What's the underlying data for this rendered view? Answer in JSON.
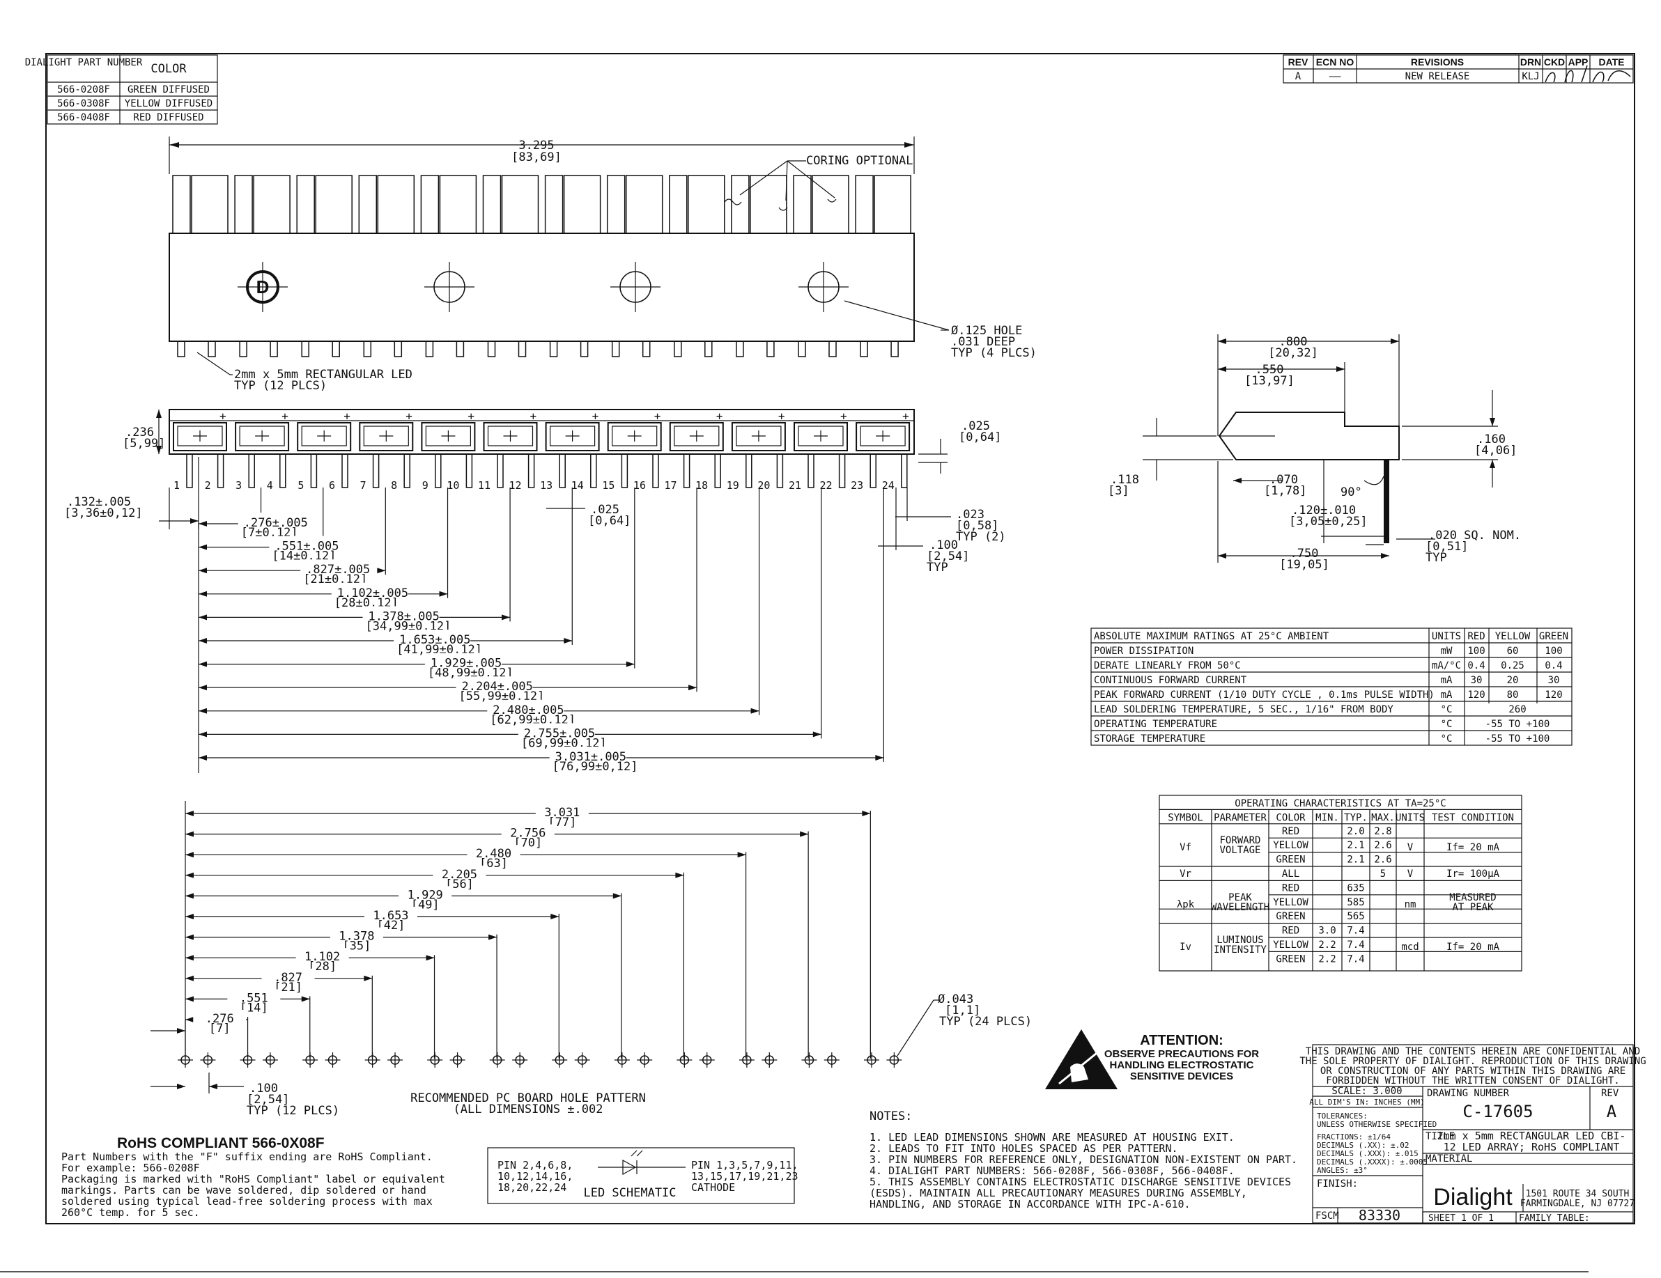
{
  "part_table": {
    "headers": [
      "DIALIGHT PART NUMBER",
      "COLOR"
    ],
    "rows": [
      [
        "566-0208F",
        "GREEN DIFFUSED"
      ],
      [
        "566-0308F",
        "YELLOW DIFFUSED"
      ],
      [
        "566-0408F",
        "RED DIFFUSED"
      ]
    ]
  },
  "revision_block": {
    "headers": [
      "REV",
      "ECN NO",
      "REVISIONS",
      "DRN",
      "CKD",
      "APP",
      "DATE"
    ],
    "row": [
      "A",
      "——",
      "NEW RELEASE",
      "KLJ",
      "",
      "",
      ""
    ]
  },
  "top_view": {
    "overall": "3.295",
    "overall_mm": "[83,69]",
    "coring": "CORING OPTIONAL",
    "hole_note": [
      "Ø.125 HOLE",
      ".031 DEEP",
      "TYP (4 PLCS)"
    ],
    "led_note": [
      "2mm x 5mm RECTANGULAR LED",
      "TYP (12 PLCS)"
    ]
  },
  "front_view": {
    "height": ".236",
    "height_mm": "[5,99]",
    "lead": ".025",
    "lead_mm": "[0,64]",
    "pin_numbers": [
      "1",
      "2",
      "3",
      "4",
      "5",
      "6",
      "7",
      "8",
      "9",
      "10",
      "11",
      "12",
      "13",
      "14",
      "15",
      "16",
      "17",
      "18",
      "19",
      "20",
      "21",
      "22",
      "23",
      "24"
    ],
    "offset": ".132±.005",
    "offset_mm": "[3,36±0,12]",
    "pin_width": ".025",
    "pin_width_mm": "[0,64]",
    "pin_thick": ".023",
    "pin_thick_mm": "[0,58]",
    "pin_thick_typ": "TYP (2)",
    "pitch": ".100",
    "pitch_mm": "[2,54]",
    "pitch_typ": "TYP",
    "dims": [
      [
        ".276±.005",
        "[7±0,12]"
      ],
      [
        ".551±.005",
        "[14±0,12]"
      ],
      [
        ".827±.005",
        "[21±0,12]"
      ],
      [
        "1.102±.005",
        "[28±0,12]"
      ],
      [
        "1.378±.005",
        "[34,99±0,12]"
      ],
      [
        "1.653±.005",
        "[41,99±0,12]"
      ],
      [
        "1.929±.005",
        "[48,99±0,12]"
      ],
      [
        "2.204±.005",
        "[55,99±0,12]"
      ],
      [
        "2.480±.005",
        "[62,99±0,12]"
      ],
      [
        "2.755±.005",
        "[69,99±0,12]"
      ],
      [
        "3.031±.005",
        "[76,99±0,12]"
      ]
    ]
  },
  "hole_pattern": {
    "dims": [
      [
        "3.031",
        "[77]"
      ],
      [
        "2.756",
        "[70]"
      ],
      [
        "2.480",
        "[63]"
      ],
      [
        "2.205",
        "[56]"
      ],
      [
        "1.929",
        "[49]"
      ],
      [
        "1.653",
        "[42]"
      ],
      [
        "1.378",
        "[35]"
      ],
      [
        "1.102",
        "[28]"
      ],
      [
        ".827",
        "[21]"
      ],
      [
        ".551",
        "[14]"
      ],
      [
        ".276",
        "[7]"
      ]
    ],
    "hole": [
      "Ø.043",
      "[1,1]",
      "TYP (24 PLCS)"
    ],
    "pitch": [
      ".100",
      "[2,54]",
      "TYP (12 PLCS)"
    ],
    "caption": [
      "RECOMMENDED PC BOARD HOLE PATTERN",
      "(ALL DIMENSIONS ±.002"
    ]
  },
  "side_view": {
    "d800": ".800",
    "d800_mm": "[20,32]",
    "d550": ".550",
    "d550_mm": "[13,97]",
    "d160": ".160",
    "d160_mm": "[4,06]",
    "d118": ".118",
    "d118_mm": "[3]",
    "d070": ".070",
    "d070_mm": "[1,78]",
    "angle": "90°",
    "d120": ".120±.010",
    "d120_mm": "[3,05±0,25]",
    "d020": ".020 SQ. NOM.",
    "d020_mm": "[0,51]",
    "d020_typ": "TYP",
    "d750": ".750",
    "d750_mm": "[19,05]"
  },
  "ratings": {
    "title": "ABSOLUTE MAXIMUM RATINGS AT 25°C AMBIENT",
    "headers": [
      "UNITS",
      "RED",
      "YELLOW",
      "GREEN"
    ],
    "rows": [
      [
        "POWER DISSIPATION",
        "mW",
        "100",
        "60",
        "100"
      ],
      [
        "DERATE LINEARLY FROM 50°C",
        "mA/°C",
        "0.4",
        "0.25",
        "0.4"
      ],
      [
        "CONTINUOUS FORWARD CURRENT",
        "mA",
        "30",
        "20",
        "30"
      ],
      [
        "PEAK FORWARD CURRENT (1/10 DUTY CYCLE , 0.1ms  PULSE WIDTH)",
        "mA",
        "120",
        "80",
        "120"
      ],
      [
        "LEAD SOLDERING TEMPERATURE, 5 SEC., 1/16\" FROM BODY",
        "°C",
        "260"
      ],
      [
        "OPERATING TEMPERATURE",
        "°C",
        "-55 TO +100"
      ],
      [
        "STORAGE TEMPERATURE",
        "°C",
        "-55 TO +100"
      ]
    ]
  },
  "operating": {
    "title": "OPERATING CHARACTERISTICS AT TA=25°C",
    "headers": [
      "SYMBOL",
      "PARAMETER",
      "COLOR",
      "MIN.",
      "TYP.",
      "MAX.",
      "UNITS",
      "TEST CONDITION"
    ],
    "vf": {
      "symbol": "Vf",
      "param": [
        "FORWARD",
        "VOLTAGE"
      ],
      "unit": "V",
      "cond": "If= 20 mA",
      "rows": [
        [
          "RED",
          "",
          "2.0",
          "2.8"
        ],
        [
          "YELLOW",
          "",
          "2.1",
          "2.6"
        ],
        [
          "GREEN",
          "",
          "2.1",
          "2.6"
        ]
      ]
    },
    "vr": {
      "symbol": "Vr",
      "color": "ALL",
      "max": "5",
      "unit": "V",
      "cond": "Ir= 100µA"
    },
    "lpk": {
      "symbol": "λpk",
      "param": [
        "PEAK",
        "WAVELENGTH"
      ],
      "unit": "nm",
      "cond": [
        "MEASURED",
        "AT PEAK"
      ],
      "rows": [
        [
          "RED",
          "635"
        ],
        [
          "YELLOW",
          "585"
        ],
        [
          "GREEN",
          "565"
        ]
      ]
    },
    "iv": {
      "symbol": "Iv",
      "param": [
        "LUMINOUS",
        "INTENSITY"
      ],
      "unit": "mcd",
      "cond": "If= 20 mA",
      "rows": [
        [
          "RED",
          "3.0",
          "7.4"
        ],
        [
          "YELLOW",
          "2.2",
          "7.4"
        ],
        [
          "GREEN",
          "2.2",
          "7.4"
        ]
      ]
    }
  },
  "attention": [
    "ATTENTION:",
    "OBSERVE PRECAUTIONS FOR",
    "HANDLING ELECTROSTATIC",
    "SENSITIVE DEVICES"
  ],
  "rohs": {
    "title": "RoHS COMPLIANT 566-0X08F",
    "lines": [
      "Part Numbers with the \"F\" suffix ending are RoHS Compliant.",
      "For example: 566-0208F",
      "Packaging is marked with \"RoHS Compliant\" label or equivalent",
      "markings. Parts can be wave soldered, dip soldered or hand",
      "soldered using typical lead-free soldering process with max",
      "260°C temp. for 5 sec."
    ]
  },
  "schematic": {
    "left": [
      "PIN 2,4,6,8,",
      "10,12,14,16,",
      "18,20,22,24"
    ],
    "label": "LED SCHEMATIC",
    "right": [
      "PIN 1,3,5,7,9,11,",
      "13,15,17,19,21,23",
      "CATHODE"
    ]
  },
  "notes": {
    "title": "NOTES:",
    "items": [
      "1. LED LEAD DIMENSIONS SHOWN ARE MEASURED AT HOUSING EXIT.",
      "2. LEADS TO FIT INTO HOLES SPACED AS PER PATTERN.",
      "3. PIN NUMBERS FOR REFERENCE ONLY, DESIGNATION NON-EXISTENT ON PART.",
      "4. DIALIGHT PART NUMBERS: 566-0208F, 566-0308F, 566-0408F.",
      "5. THIS ASSEMBLY CONTAINS ELECTROSTATIC DISCHARGE SENSITIVE DEVICES",
      "   (ESDS). MAINTAIN ALL PRECAUTIONARY MEASURES DURING ASSEMBLY,",
      "   HANDLING, AND STORAGE IN ACCORDANCE WITH IPC-A-610."
    ]
  },
  "title_block": {
    "confidential": [
      "THIS DRAWING AND THE CONTENTS HEREIN ARE CONFIDENTIAL AND",
      "THE SOLE PROPERTY OF DIALIGHT. REPRODUCTION OF THIS DRAWING",
      "OR CONSTRUCTION OF ANY PARTS WITHIN THIS DRAWING ARE",
      "FORBIDDEN WITHOUT THE WRITTEN CONSENT OF DIALIGHT."
    ],
    "scale": "SCALE: 3.000",
    "units": "ALL DIM'S IN: INCHES (MM)",
    "tolerances": [
      "TOLERANCES:",
      "UNLESS OTHERWISE SPECIFIED",
      "FRACTIONS: ±1/64",
      "DECIMALS (.XX): ±.02",
      "DECIMALS (.XXX): ±.015",
      "DECIMALS (.XXXX): ±.0005",
      "ANGLES: ±3°"
    ],
    "finish": "FINISH:",
    "fscm_label": "FSCM",
    "fscm": "83330",
    "drawing_number_label": "DRAWING NUMBER",
    "drawing_number": "C-17605",
    "rev_label": "REV",
    "rev": "A",
    "title_label": "TITLE",
    "title": [
      "2mm x 5mm RECTANGULAR LED CBI-",
      "12 LED ARRAY; RoHS COMPLIANT"
    ],
    "material": "MATERIAL",
    "logo": "Dialight",
    "address": [
      "1501 ROUTE 34 SOUTH",
      "FARMINGDALE, NJ 07727"
    ],
    "sheet": "SHEET   1   OF   1",
    "family": "FAMILY TABLE:"
  }
}
